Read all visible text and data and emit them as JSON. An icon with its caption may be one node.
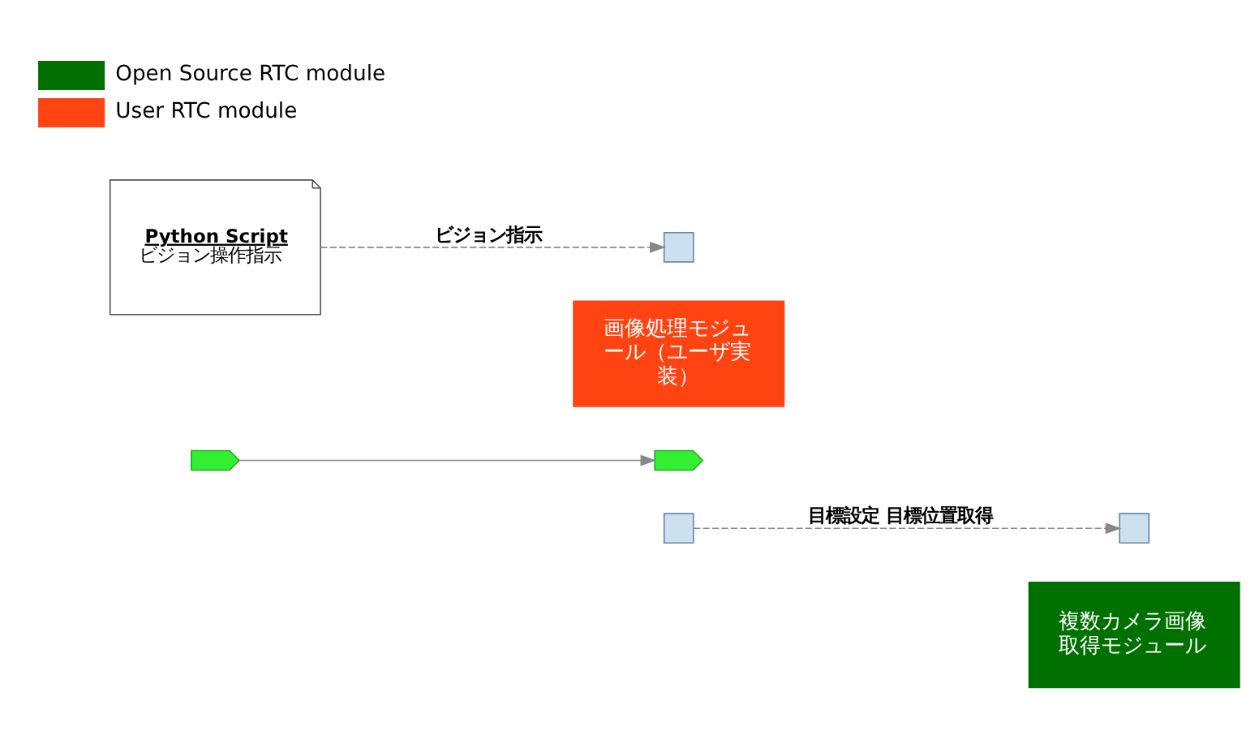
{
  "diagram": {
    "nodes": [
      {
        "text": [
          "複数カメラ画像取得モジュール"
        ]
      },
      {
        "text": [],
        "shape": "box"
      },
      {
        "text": [],
        "shape": "arrow"
      },
      {
        "text": [
          "画像処理モジュール（ユーザ実装）"
        ]
      },
      {
        "text": [],
        "shape": "box"
      },
      {
        "text": [],
        "shape": "arrow"
      },
      {
        "text": [],
        "shape": "box"
      },
      {
        "text": [
          "Python Script",
          "ビジョン操作指示"
        ]
      }
    ],
    "edges": [
      {
        "from": 4,
        "to": 1,
        "arrow": "to",
        "label": "目標設定 目標位置取得",
        "style": "dashed"
      },
      {
        "from": 2,
        "to": 5,
        "arrow": "to"
      },
      {
        "from": 7,
        "to": 6,
        "arrow": "to",
        "label": "ビジョン指示",
        "style": "dashed"
      }
    ],
    "legend": [
      {
        "text": "Open Source RTC module",
        "color": "#007000"
      },
      {
        "text": "User RTC module",
        "color": "#ff4411"
      }
    ]
  }
}
